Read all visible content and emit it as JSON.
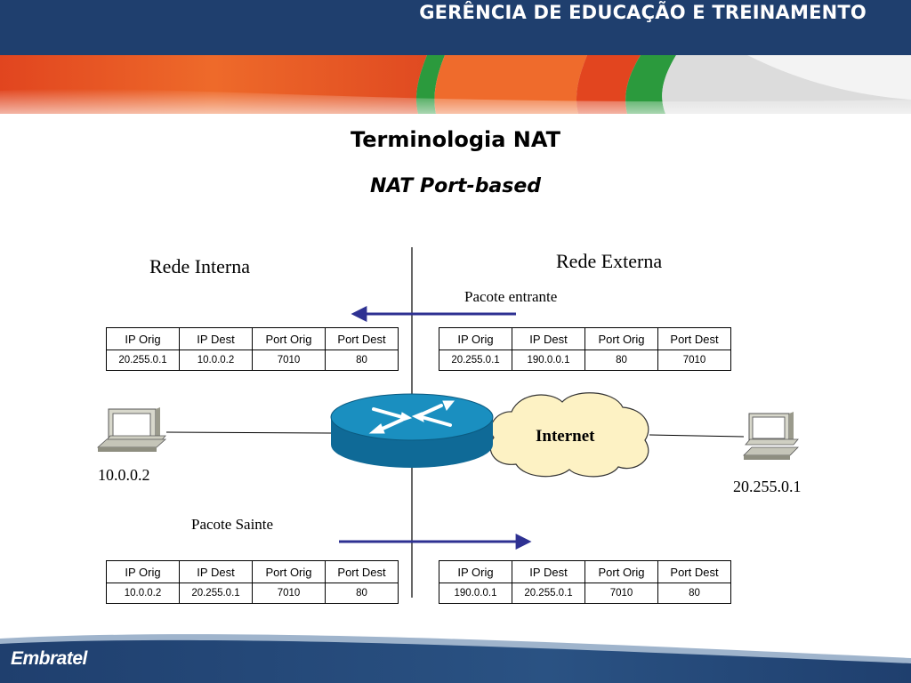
{
  "header": {
    "title": "GERÊNCIA DE EDUCAÇÃO E TREINAMENTO"
  },
  "slide": {
    "title": "Terminologia NAT",
    "subtitle": "NAT Port-based"
  },
  "diagram": {
    "internal_label": "Rede Interna",
    "external_label": "Rede Externa",
    "incoming_label": "Pacote entrante",
    "outgoing_label": "Pacote Sainte",
    "internet_label": "Internet",
    "internal_host_ip": "10.0.0.2",
    "external_host_ip": "20.255.0.1",
    "columns": [
      "IP Orig",
      "IP Dest",
      "Port Orig",
      "Port Dest"
    ],
    "tables": {
      "in_internal": [
        "20.255.0.1",
        "10.0.0.2",
        "7010",
        "80"
      ],
      "in_external": [
        "20.255.0.1",
        "190.0.0.1",
        "80",
        "7010"
      ],
      "out_internal": [
        "10.0.0.2",
        "20.255.0.1",
        "7010",
        "80"
      ],
      "out_external": [
        "190.0.0.1",
        "20.255.0.1",
        "7010",
        "80"
      ]
    },
    "colors": {
      "arrow": "#2e3192",
      "router_top": "#1a8fc0",
      "router_side": "#0f6a97",
      "cloud": "#fdf2c4"
    }
  },
  "footer": {
    "logo_text": "Embratel"
  }
}
